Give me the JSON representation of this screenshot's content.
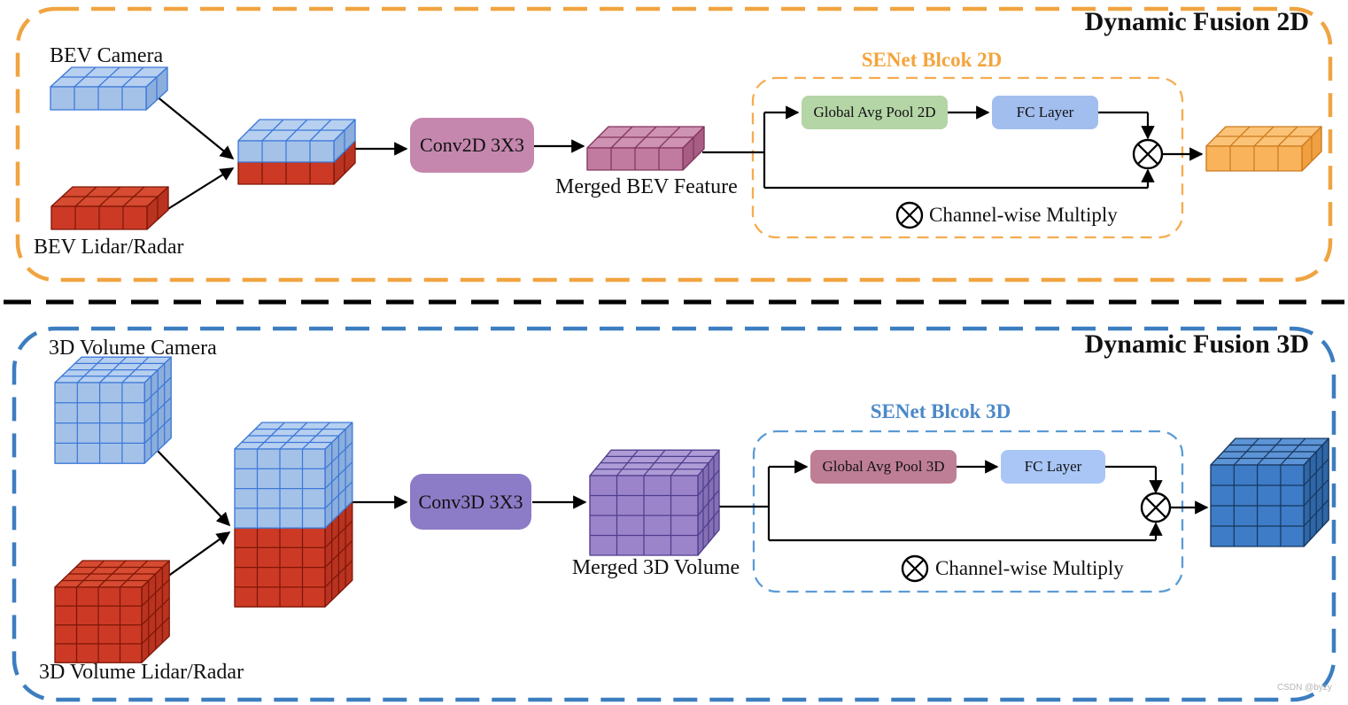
{
  "sections": {
    "fusion2d": {
      "title": "Dynamic Fusion 2D",
      "input_top": "BEV Camera",
      "input_bottom": "BEV Lidar/Radar",
      "conv": "Conv2D 3X3",
      "merged": "Merged BEV Feature",
      "senet_title": "SENet Blcok 2D",
      "gap": "Global Avg Pool 2D",
      "fc": "FC Layer",
      "legend": "Channel-wise Multiply"
    },
    "fusion3d": {
      "title": "Dynamic Fusion 3D",
      "input_top": "3D Volume Camera",
      "input_bottom": "3D Volume Lidar/Radar",
      "conv": "Conv3D 3X3",
      "merged": "Merged 3D Volume",
      "senet_title": "SENet Blcok 3D",
      "gap": "Global Avg Pool 3D",
      "fc": "FC Layer",
      "legend": "Channel-wise Multiply"
    }
  },
  "watermark": "CSDN @byzy",
  "icons": {
    "multiply": "circle-cross-multiply-icon"
  },
  "colors": {
    "text": "#111111",
    "arrow": "#000000",
    "divider": "#000000",
    "outer2d_border": "#F0A441",
    "senet2d_border": "#F6AC4F",
    "senet2d_title": "#F4A43C",
    "outer3d_border": "#3C7DC0",
    "senet3d_border": "#5B9BD5",
    "senet3d_title": "#4B88C8",
    "conv2d_bg": "#C587AE",
    "conv3d_bg": "#8C7BC6",
    "gap2d_bg": "#B4D5A6",
    "gap3d_bg": "#BE7E96",
    "fc2d_bg": "#A2BEEF",
    "fc3d_bg": "#A9C6F7",
    "watermark": "#b5b5b5",
    "cube_blue": {
      "front": "#A4C2E8",
      "top": "#B7D0F0",
      "side": "#8CAEDC",
      "stroke": "#3C78D8"
    },
    "cube_red": {
      "front": "#CC3A25",
      "top": "#D64B31",
      "side": "#B93320",
      "stroke": "#7E1707"
    },
    "cube_purple2d": {
      "front": "#C27BA0",
      "top": "#CE92B2",
      "side": "#A85E84",
      "stroke": "#83355D"
    },
    "cube_orange": {
      "front": "#F9B45B",
      "top": "#FBC377",
      "side": "#F0A040",
      "stroke": "#CC7A1F"
    },
    "cube_purple3d": {
      "front": "#9B84C9",
      "top": "#AF9CD6",
      "side": "#8670B5",
      "stroke": "#4F3E8E"
    },
    "cube_deepblue": {
      "front": "#3E7CC7",
      "top": "#5C94D6",
      "side": "#2F66A6",
      "stroke": "#17375E"
    }
  }
}
